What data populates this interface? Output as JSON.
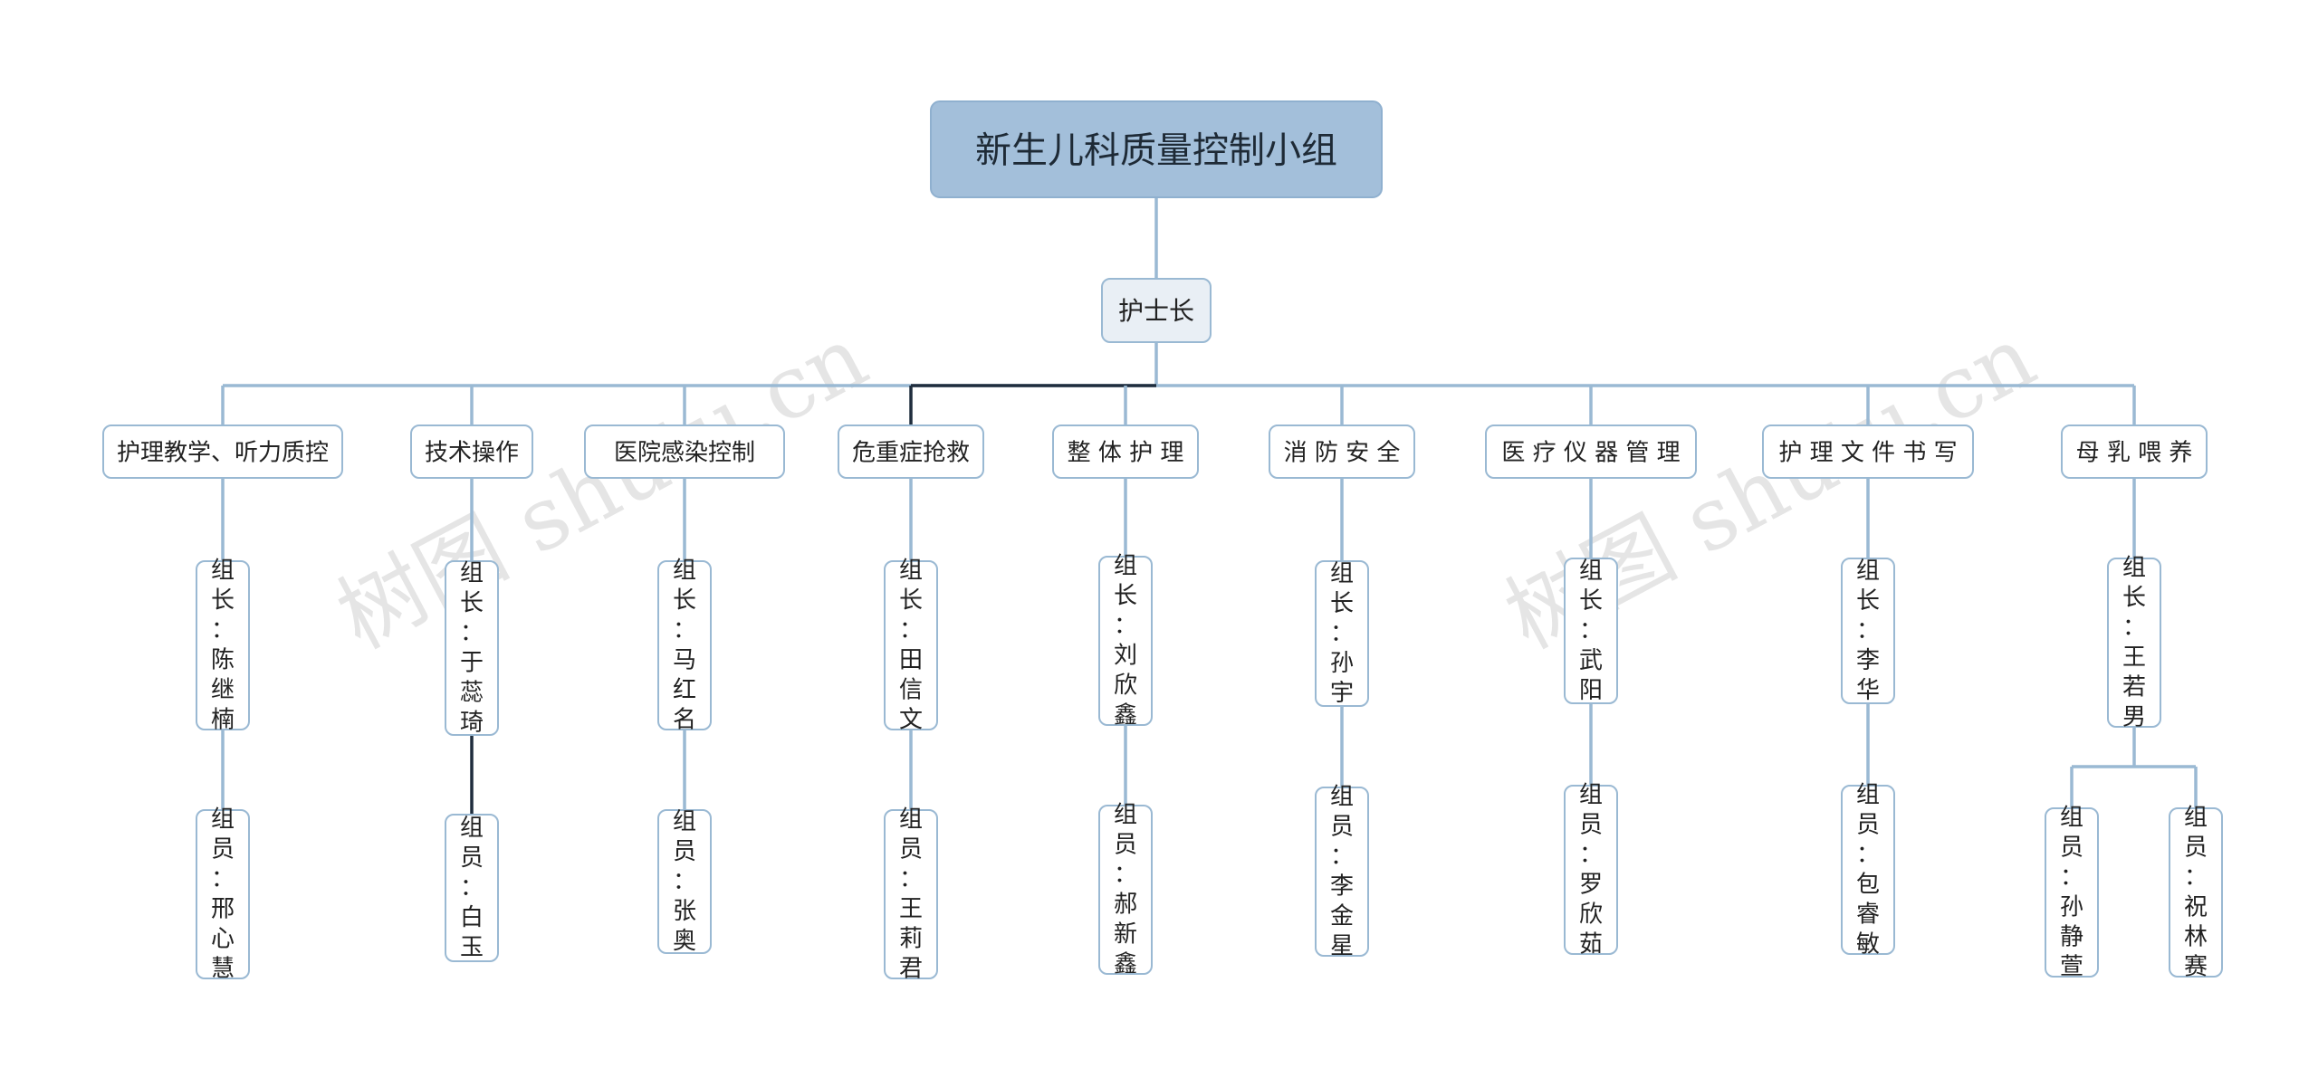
{
  "root": {
    "label": "新生儿科质量控制小组",
    "fill": "#a3bfda",
    "stroke": "#8fb0cf"
  },
  "head": {
    "label": "护士长"
  },
  "colors": {
    "line": "#9ab9d3",
    "highlight_line": "#1f2d3d",
    "box_stroke": "#9ab9d3",
    "box_fill": "#ffffff",
    "head_fill": "#e9eff5"
  },
  "branches": [
    {
      "label": "护理教学、听力质控",
      "leader": "组长：陈继楠",
      "members": [
        "组员：邢心慧"
      ]
    },
    {
      "label": "技术操作",
      "leader": "组长：于蕊琦",
      "members": [
        "组员：白玉"
      ]
    },
    {
      "label": "医院感染控制",
      "leader": "组长：马红名",
      "members": [
        "组员：张奥"
      ]
    },
    {
      "label": "危重症抢救",
      "leader": "组长：田信文",
      "members": [
        "组员：王莉君"
      ]
    },
    {
      "label": "整 体 护 理",
      "leader": "组长：刘欣鑫",
      "members": [
        "组员：郝新鑫"
      ]
    },
    {
      "label": "消 防 安 全",
      "leader": "组长：孙宇",
      "members": [
        "组员：李金星"
      ]
    },
    {
      "label": "医 疗 仪 器 管 理",
      "leader": "组长：武阳",
      "members": [
        "组员：罗欣茹"
      ]
    },
    {
      "label": "护 理 文 件 书 写",
      "leader": "组长：李华",
      "members": [
        "组员：包睿敏"
      ]
    },
    {
      "label": "母 乳 喂 养",
      "leader": "组长：王若男",
      "members": [
        "组员：孙静萱",
        "组员：祝林赛"
      ]
    }
  ],
  "watermarks": [
    "树图 shutu.cn",
    "树图 shutu.cn"
  ]
}
